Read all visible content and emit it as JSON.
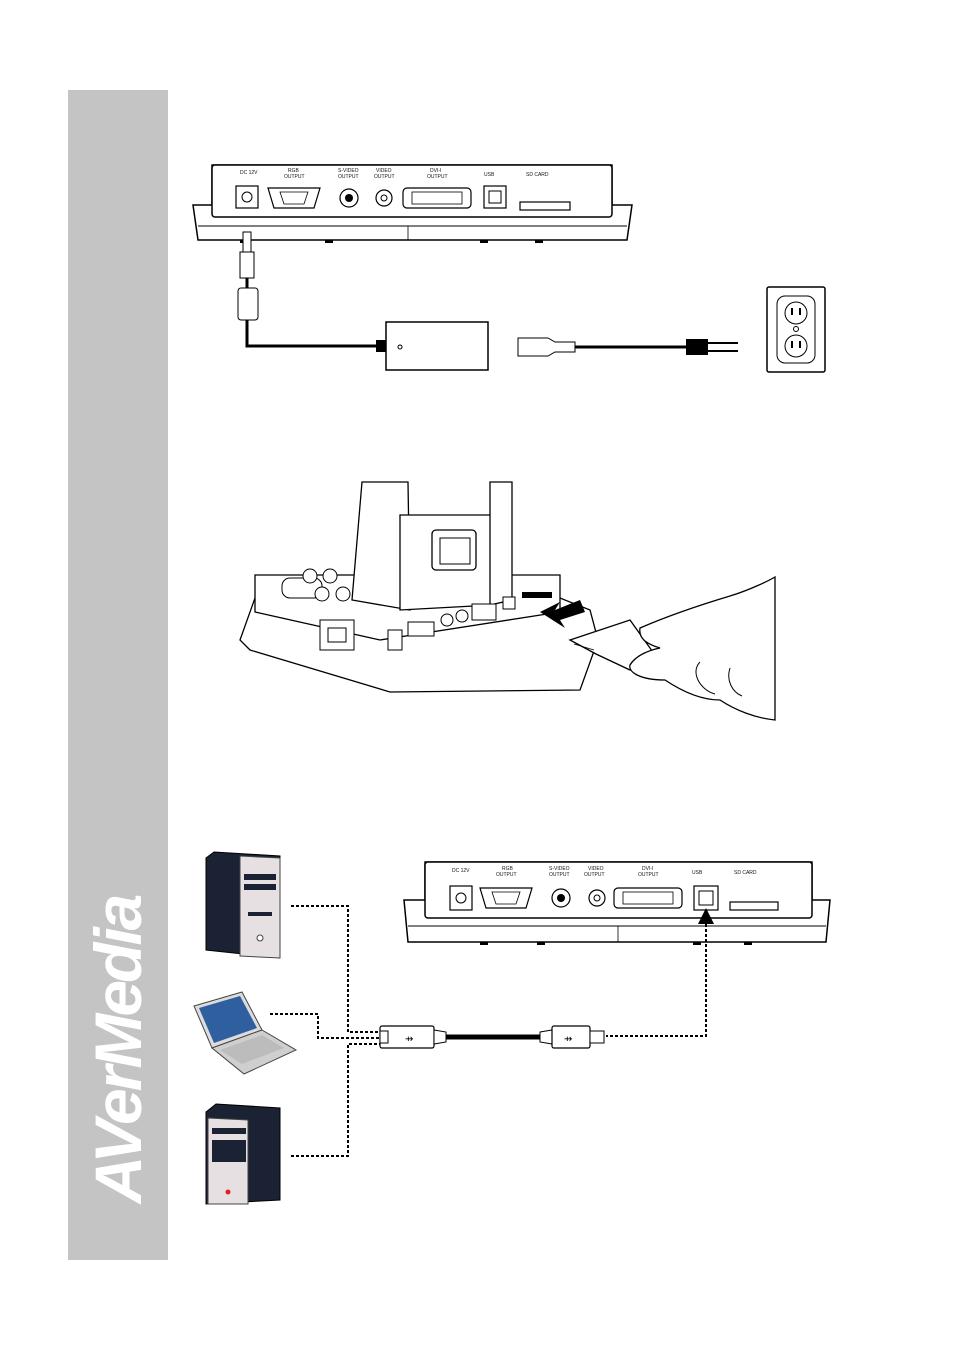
{
  "brand": {
    "logo_text": "AVerMedia"
  },
  "panel_top": {
    "labels": {
      "dc": "DC 12V",
      "rgb": "RGB",
      "rgb_sub": "OUTPUT",
      "svideo": "S-VIDEO",
      "svideo_sub": "OUTPUT",
      "video": "VIDEO",
      "video_sub": "OUTPUT",
      "dvi": "DVI-I",
      "dvi_sub": "OUTPUT",
      "usb": "USB",
      "sd": "SD CARD"
    }
  },
  "panel_bottom": {
    "labels": {
      "dc": "DC 12V",
      "rgb": "RGB",
      "rgb_sub": "OUTPUT",
      "svideo": "S-VIDEO",
      "svideo_sub": "OUTPUT",
      "video": "VIDEO",
      "video_sub": "OUTPUT",
      "dvi": "DVI-I",
      "dvi_sub": "OUTPUT",
      "usb": "USB",
      "sd": "SD CARD"
    }
  },
  "colors": {
    "sidebar": "#c4c4c4",
    "laptop_screen": "#2f5f9e",
    "tower_dark": "#1a2233",
    "tower_light": "#e6e0e3"
  }
}
